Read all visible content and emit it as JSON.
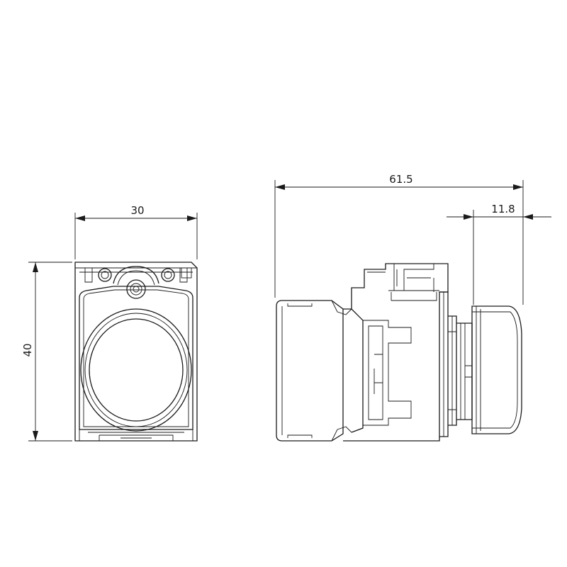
{
  "dimensions": {
    "front_width": "30",
    "front_height": "40",
    "side_length": "61.5",
    "side_button_depth": "11.8"
  },
  "units_note": ""
}
